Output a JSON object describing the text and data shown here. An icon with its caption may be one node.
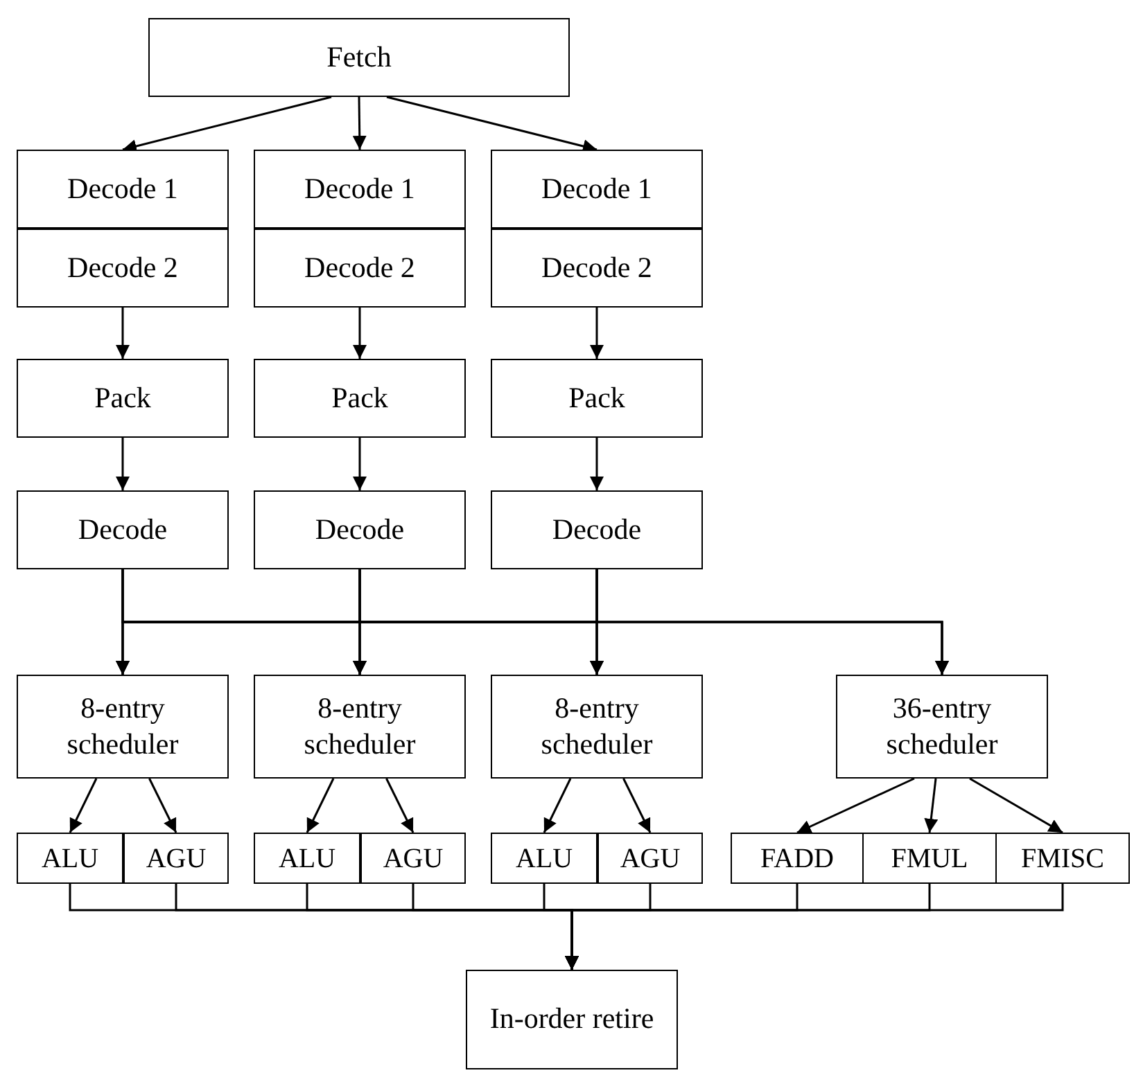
{
  "diagram": {
    "nodes": [
      {
        "text": [
          "Fetch"
        ]
      },
      {
        "text": [
          "Decode 1"
        ]
      },
      {
        "text": [
          "Decode 2"
        ]
      },
      {
        "text": [
          "Decode 1"
        ]
      },
      {
        "text": [
          "Decode 2"
        ]
      },
      {
        "text": [
          "Decode 1"
        ]
      },
      {
        "text": [
          "Decode 2"
        ]
      },
      {
        "text": [
          "Pack"
        ]
      },
      {
        "text": [
          "Pack"
        ]
      },
      {
        "text": [
          "Pack"
        ]
      },
      {
        "text": [
          "Decode"
        ]
      },
      {
        "text": [
          "Decode"
        ]
      },
      {
        "text": [
          "Decode"
        ]
      },
      {
        "text": [
          "8-entry scheduler"
        ]
      },
      {
        "text": [
          "8-entry scheduler"
        ]
      },
      {
        "text": [
          "8-entry scheduler"
        ]
      },
      {
        "text": [
          "36-entry scheduler"
        ]
      },
      {
        "text": [
          "ALU"
        ]
      },
      {
        "text": [
          "AGU"
        ]
      },
      {
        "text": [
          "ALU"
        ]
      },
      {
        "text": [
          "AGU"
        ]
      },
      {
        "text": [
          "ALU"
        ]
      },
      {
        "text": [
          "AGU"
        ]
      },
      {
        "text": [
          "FADD"
        ]
      },
      {
        "text": [
          "FMUL"
        ]
      },
      {
        "text": [
          "FMISC"
        ]
      },
      {
        "text": [
          "In-order retire"
        ]
      }
    ],
    "edges": [
      {
        "from": 0,
        "to": 1,
        "arrow": "to"
      },
      {
        "from": 0,
        "to": 3,
        "arrow": "to"
      },
      {
        "from": 0,
        "to": 5,
        "arrow": "to"
      },
      {
        "from": 2,
        "to": 7,
        "arrow": "to"
      },
      {
        "from": 4,
        "to": 8,
        "arrow": "to"
      },
      {
        "from": 6,
        "to": 9,
        "arrow": "to"
      },
      {
        "from": 7,
        "to": 10,
        "arrow": "to"
      },
      {
        "from": 8,
        "to": 11,
        "arrow": "to"
      },
      {
        "from": 9,
        "to": 12,
        "arrow": "to"
      },
      {
        "from": 10,
        "to": 13,
        "arrow": "to"
      },
      {
        "from": 10,
        "to": 14,
        "arrow": "to"
      },
      {
        "from": 10,
        "to": 15,
        "arrow": "to"
      },
      {
        "from": 10,
        "to": 16,
        "arrow": "to"
      },
      {
        "from": 11,
        "to": 13,
        "arrow": "to"
      },
      {
        "from": 11,
        "to": 14,
        "arrow": "to"
      },
      {
        "from": 11,
        "to": 15,
        "arrow": "to"
      },
      {
        "from": 11,
        "to": 16,
        "arrow": "to"
      },
      {
        "from": 12,
        "to": 13,
        "arrow": "to"
      },
      {
        "from": 12,
        "to": 14,
        "arrow": "to"
      },
      {
        "from": 12,
        "to": 15,
        "arrow": "to"
      },
      {
        "from": 12,
        "to": 16,
        "arrow": "to"
      },
      {
        "from": 13,
        "to": 17,
        "arrow": "to"
      },
      {
        "from": 13,
        "to": 18,
        "arrow": "to"
      },
      {
        "from": 14,
        "to": 19,
        "arrow": "to"
      },
      {
        "from": 14,
        "to": 20,
        "arrow": "to"
      },
      {
        "from": 15,
        "to": 21,
        "arrow": "to"
      },
      {
        "from": 15,
        "to": 22,
        "arrow": "to"
      },
      {
        "from": 16,
        "to": 23,
        "arrow": "to"
      },
      {
        "from": 16,
        "to": 24,
        "arrow": "to"
      },
      {
        "from": 16,
        "to": 25,
        "arrow": "to"
      },
      {
        "from": 17,
        "to": 26,
        "arrow": "to"
      },
      {
        "from": 18,
        "to": 26,
        "arrow": "to"
      },
      {
        "from": 19,
        "to": 26,
        "arrow": "to"
      },
      {
        "from": 20,
        "to": 26,
        "arrow": "to"
      },
      {
        "from": 21,
        "to": 26,
        "arrow": "to"
      },
      {
        "from": 22,
        "to": 26,
        "arrow": "to"
      },
      {
        "from": 23,
        "to": 26,
        "arrow": "to"
      },
      {
        "from": 24,
        "to": 26,
        "arrow": "to"
      },
      {
        "from": 25,
        "to": 26,
        "arrow": "to"
      }
    ]
  }
}
